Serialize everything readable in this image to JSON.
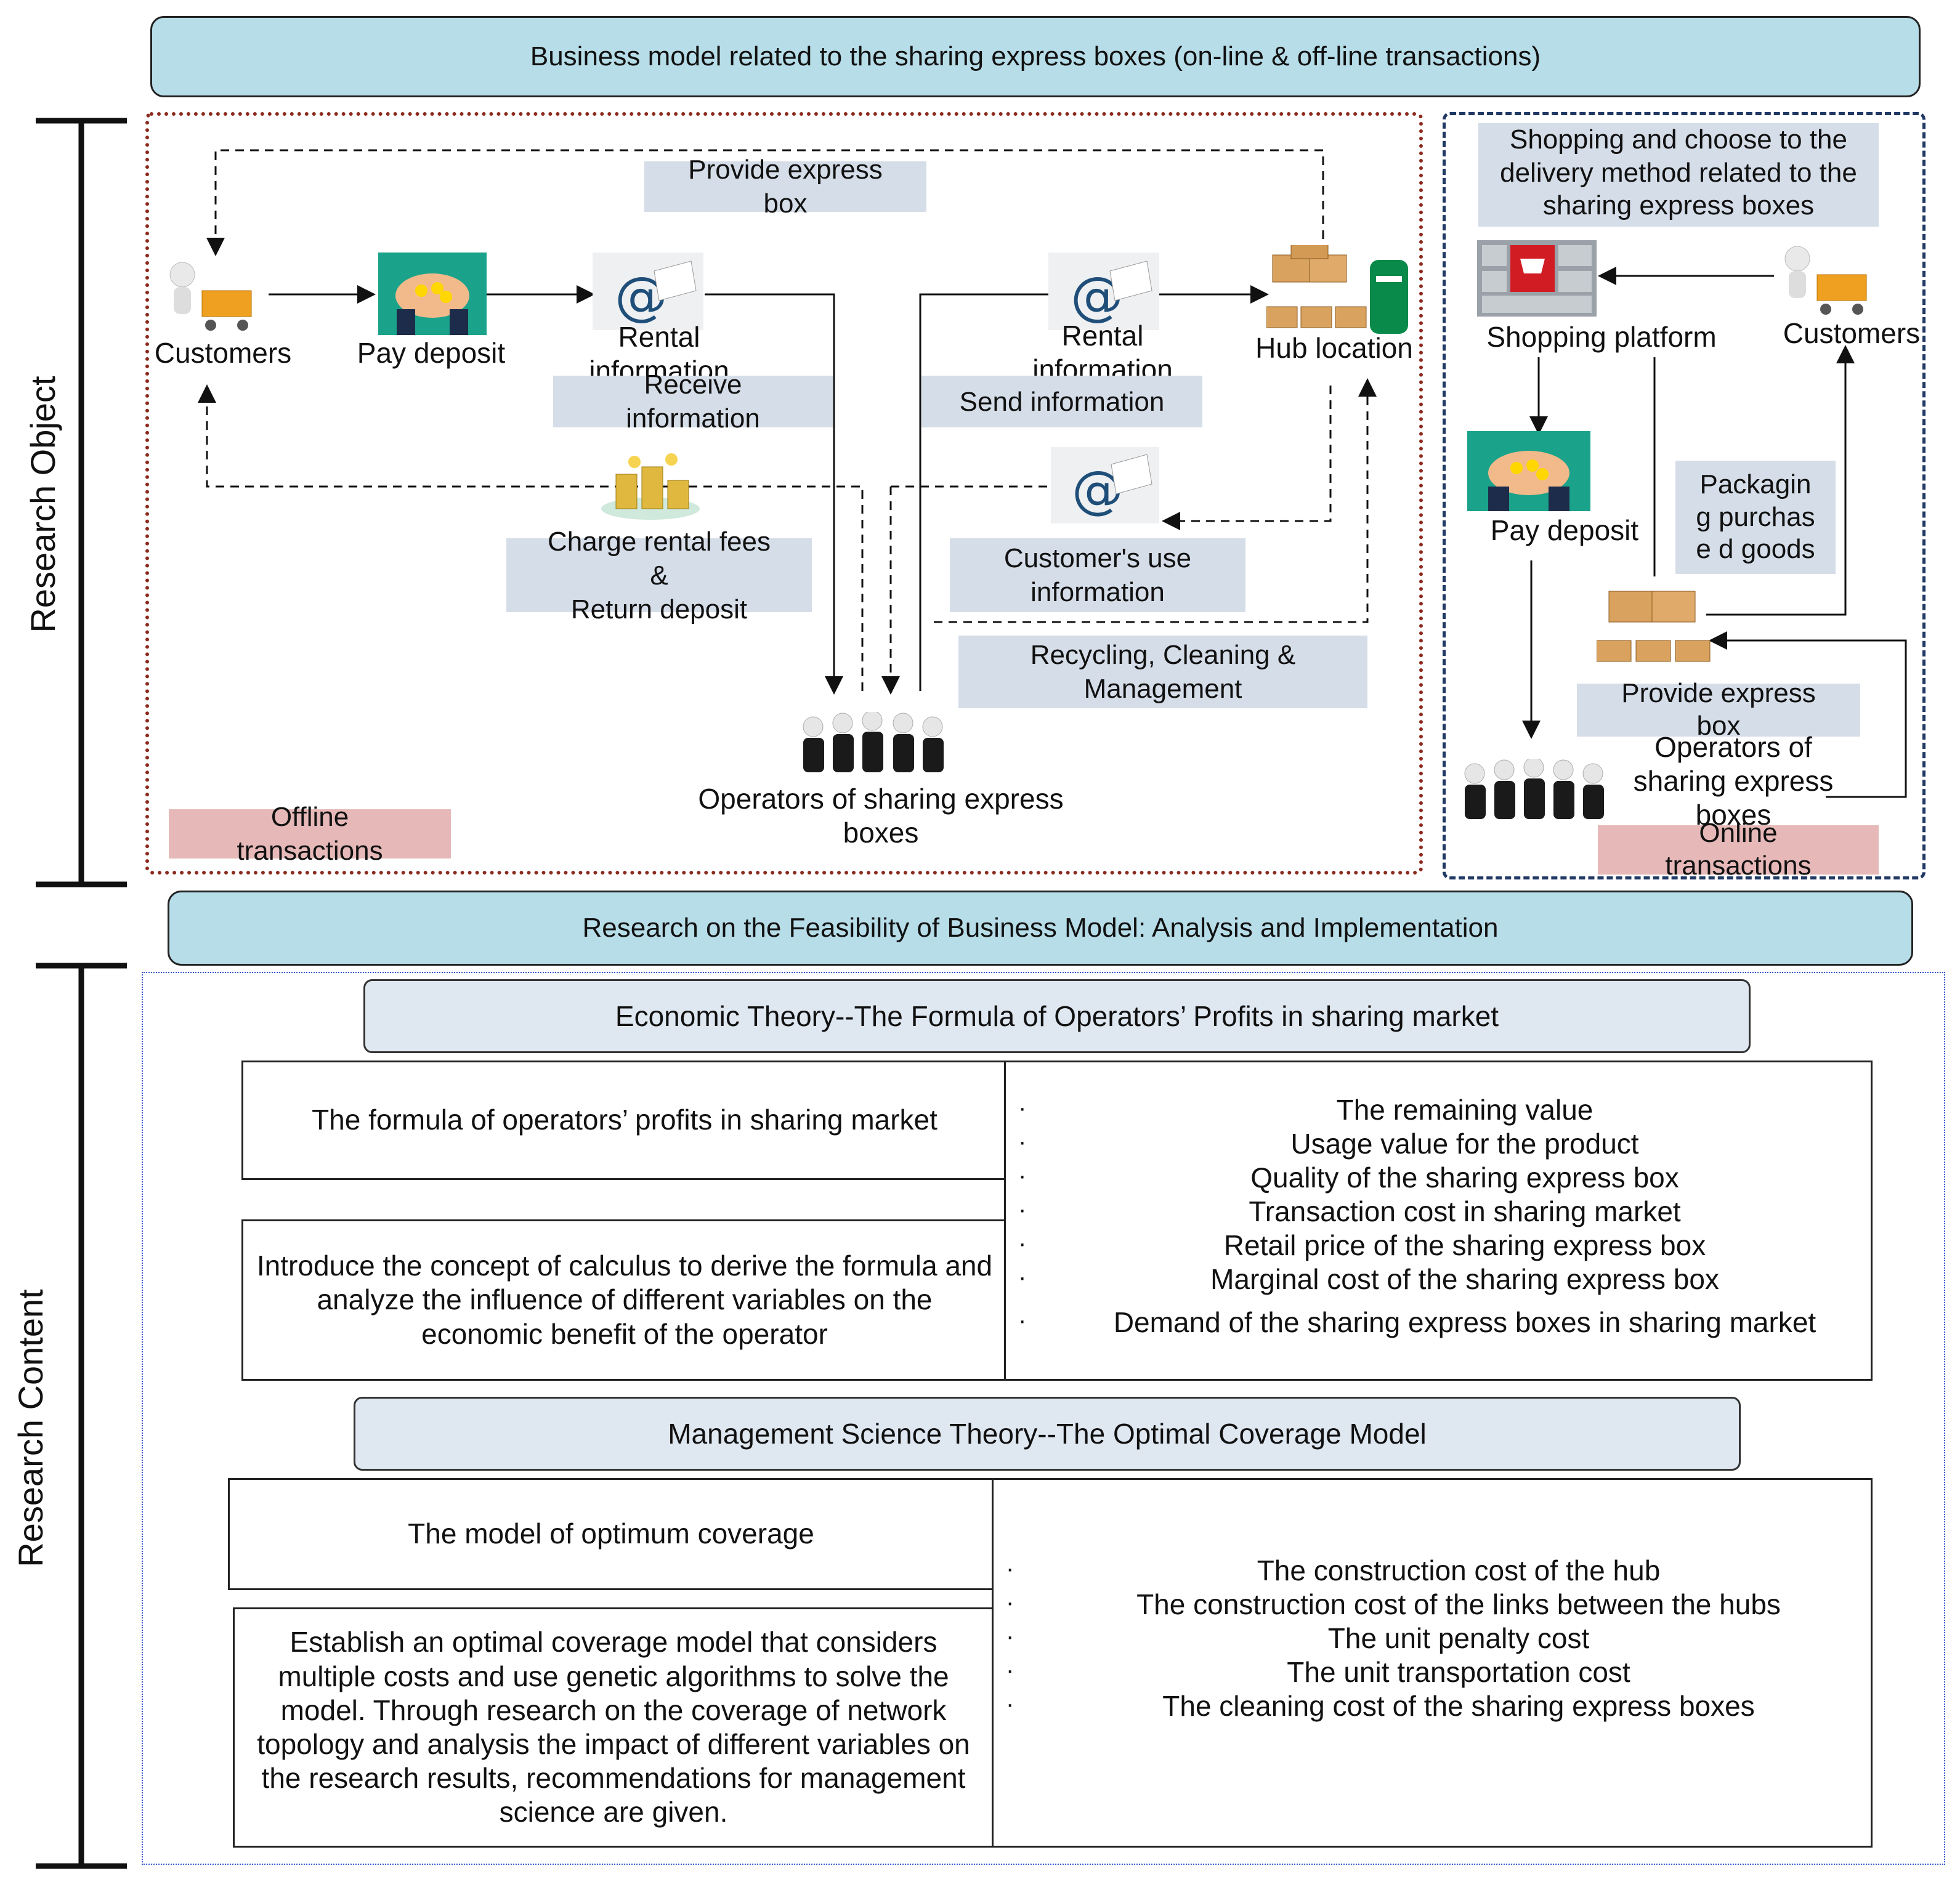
{
  "header": {
    "title": "Business model related to the sharing express boxes (on-line & off-line transactions)"
  },
  "side_labels": {
    "research_object": "Research Object",
    "research_content": "Research Content"
  },
  "offline": {
    "customers": "Customers",
    "pay_deposit": "Pay deposit",
    "rental_information_1": "Rental information",
    "rental_information_2": "Rental information",
    "hub_location": "Hub location",
    "provide_express_box": "Provide express box",
    "receive_information": "Receive information",
    "send_information": "Send information",
    "charge_rental_fees": "Charge rental fees\n&\nReturn deposit",
    "customers_use_information": "Customer's use information",
    "recycling": "Recycling, Cleaning & Management",
    "operators": "Operators of sharing express boxes",
    "tag": "Offline transactions"
  },
  "online": {
    "shopping_text": "Shopping and choose to the delivery method related to the sharing express boxes",
    "shopping_platform": "Shopping platform",
    "customers": "Customers",
    "pay_deposit": "Pay deposit",
    "packaging": "Packagin g purchase d goods",
    "provide_express_box": "Provide express box",
    "operators": "Operators of sharing express boxes",
    "tag": "Online transactions"
  },
  "feasibility": {
    "title": "Research on the Feasibility of Business Model: Analysis and Implementation"
  },
  "economic": {
    "title": "Economic Theory--The Formula of Operators’ Profits in sharing market",
    "formula": "The formula of  operators’ profits in sharing market",
    "calculus": "Introduce the concept of calculus to derive the formula and analyze the influence of different variables on the economic benefit of the operator",
    "variables": [
      "The remaining value",
      "Usage value for the product",
      "Quality of the sharing express box",
      "Transaction cost in sharing market",
      "Retail price of the sharing express box",
      "Marginal cost of the sharing express box",
      "Demand of the sharing express boxes in sharing market"
    ]
  },
  "management": {
    "title": "Management Science Theory--The Optimal Coverage Model",
    "model": "The model of optimum coverage",
    "description": "Establish an optimal coverage model that considers multiple costs and use genetic algorithms to solve the model. Through research on the coverage of network topology and analysis the impact of different variables on the research results, recommendations for management science are given.",
    "costs": [
      "The construction cost of the hub",
      "The construction cost of the links between the hubs",
      "The unit penalty cost",
      "The unit transportation cost",
      "The cleaning cost of the sharing express boxes"
    ]
  },
  "colors": {
    "title_bar": "#b7dde8",
    "label_box": "#d5dde8",
    "tag_box": "#e6b9b8",
    "offline_border": "#8b2b1e",
    "online_border": "#1f3864"
  }
}
